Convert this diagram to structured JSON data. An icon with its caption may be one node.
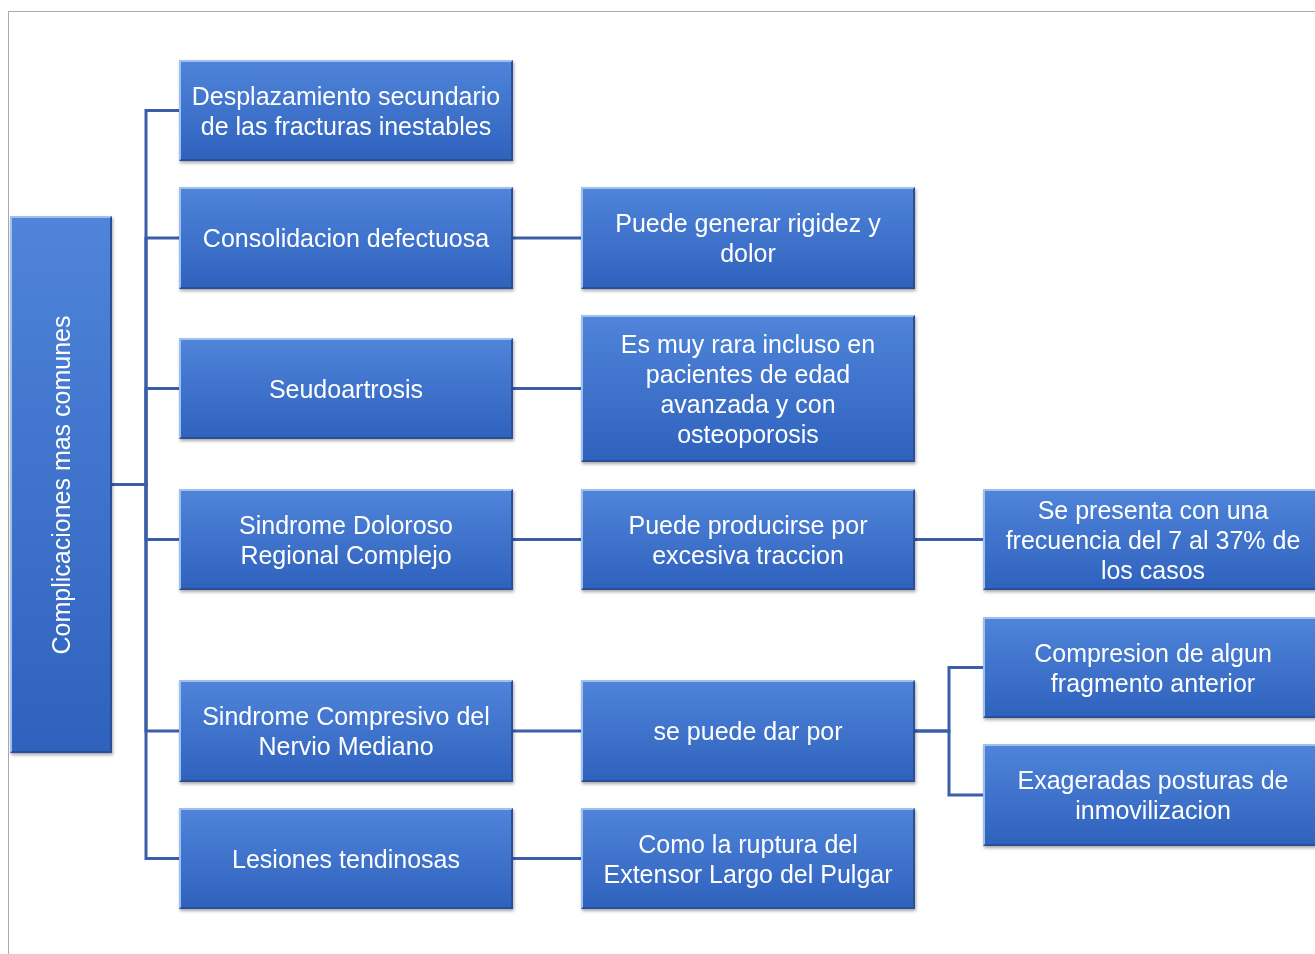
{
  "diagram": {
    "nodes": [
      {
        "text": [
          "Complicaciones mas comunes"
        ]
      },
      {
        "text": [
          "Desplazamiento secundario de las fracturas inestables"
        ]
      },
      {
        "text": [
          "Consolidacion defectuosa"
        ]
      },
      {
        "text": [
          "Puede generar rigidez y dolor"
        ]
      },
      {
        "text": [
          "Seudoartrosis"
        ]
      },
      {
        "text": [
          "Es muy rara incluso en pacientes de edad avanzada y con osteoporosis"
        ]
      },
      {
        "text": [
          "Sindrome Doloroso Regional Complejo"
        ]
      },
      {
        "text": [
          "Puede producirse por excesiva traccion"
        ]
      },
      {
        "text": [
          "Se presenta con una frecuencia del 7 al 37% de los casos"
        ]
      },
      {
        "text": [
          "Sindrome Compresivo del Nervio Mediano"
        ]
      },
      {
        "text": [
          "se puede dar por"
        ]
      },
      {
        "text": [
          "Compresion de algun fragmento anterior"
        ]
      },
      {
        "text": [
          "Exageradas posturas de inmovilizacion"
        ]
      },
      {
        "text": [
          "Lesiones tendinosas"
        ]
      },
      {
        "text": [
          "Como la ruptura del Extensor Largo del Pulgar"
        ]
      }
    ],
    "edges": [
      {
        "from": 0,
        "to": 1,
        "arrow": "none"
      },
      {
        "from": 0,
        "to": 2,
        "arrow": "none"
      },
      {
        "from": 0,
        "to": 4,
        "arrow": "none"
      },
      {
        "from": 0,
        "to": 6,
        "arrow": "none"
      },
      {
        "from": 0,
        "to": 9,
        "arrow": "none"
      },
      {
        "from": 0,
        "to": 13,
        "arrow": "none"
      },
      {
        "from": 2,
        "to": 3,
        "arrow": "none"
      },
      {
        "from": 4,
        "to": 5,
        "arrow": "none"
      },
      {
        "from": 6,
        "to": 7,
        "arrow": "none"
      },
      {
        "from": 7,
        "to": 8,
        "arrow": "none"
      },
      {
        "from": 9,
        "to": 10,
        "arrow": "none"
      },
      {
        "from": 10,
        "to": 11,
        "arrow": "none"
      },
      {
        "from": 10,
        "to": 12,
        "arrow": "none"
      },
      {
        "from": 13,
        "to": 14,
        "arrow": "none"
      }
    ]
  }
}
